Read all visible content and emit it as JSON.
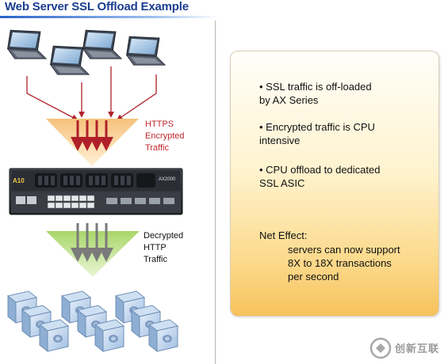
{
  "title": "Web Server SSL Offload Example",
  "labels": {
    "https": "HTTPS\nEncrypted\nTraffic",
    "http": "Decrypted\nHTTP\nTraffic"
  },
  "device": {
    "brand": "A10",
    "model": "AX2000"
  },
  "panel": {
    "bullets": [
      "• SSL traffic is off-loaded\n  by AX Series",
      "• Encrypted traffic is CPU\n  intensive",
      "• CPU offload to dedicated\n  SSL ASIC"
    ],
    "net_effect_heading": "Net Effect:",
    "net_effect_body": "servers can now support\n8X to 18X transactions\nper second"
  },
  "watermark": "创新互联",
  "colors": {
    "title": "#1a3d8f",
    "https_label": "#c0282f",
    "encrypted_arrows": "#b0202a",
    "decrypted_arrows": "#7a7a7a",
    "panel_gradient_bottom": "#f7c25c"
  }
}
